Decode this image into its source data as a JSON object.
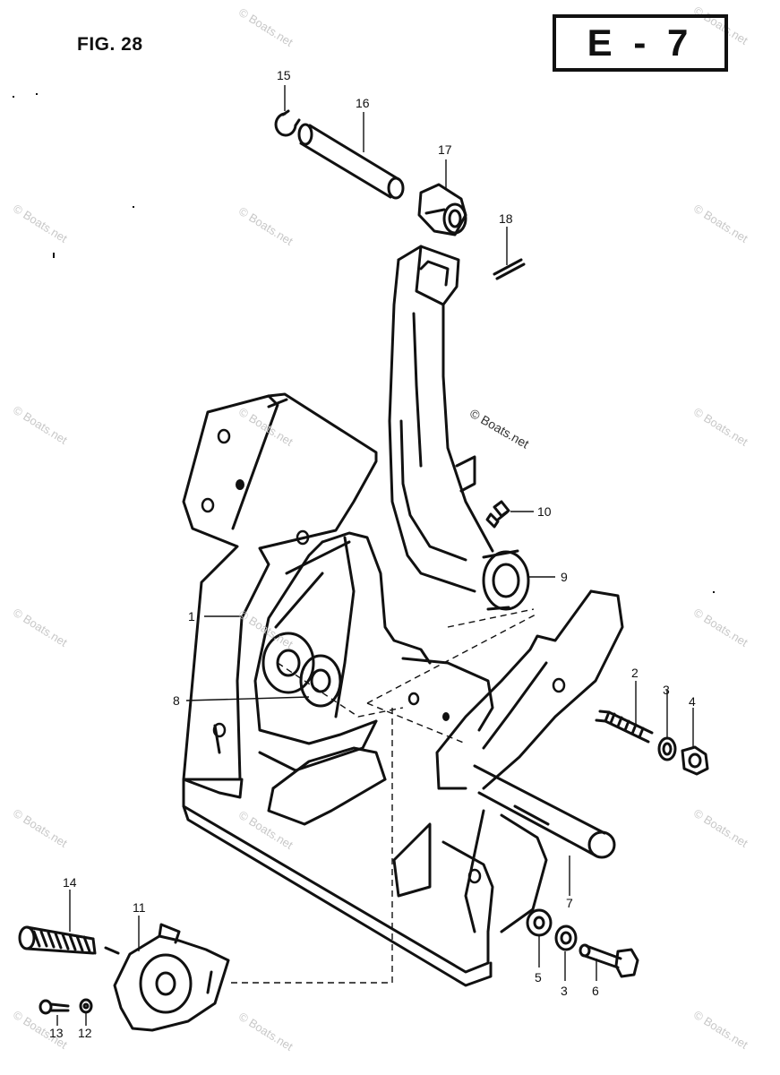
{
  "header": {
    "figure_label": "FIG. 28",
    "section_code": "E - 7"
  },
  "watermark": {
    "text": "© Boats.net"
  },
  "callouts": {
    "p1": "1",
    "p2": "2",
    "p3a": "3",
    "p3b": "3",
    "p4": "4",
    "p5": "5",
    "p6": "6",
    "p7": "7",
    "p8": "8",
    "p9": "9",
    "p10": "10",
    "p11": "11",
    "p12": "12",
    "p13": "13",
    "p14": "14",
    "p15": "15",
    "p16": "16",
    "p17": "17",
    "p18": "18"
  },
  "colors": {
    "ink": "#111111",
    "paper": "#ffffff",
    "watermark": "#c8c8c8"
  }
}
